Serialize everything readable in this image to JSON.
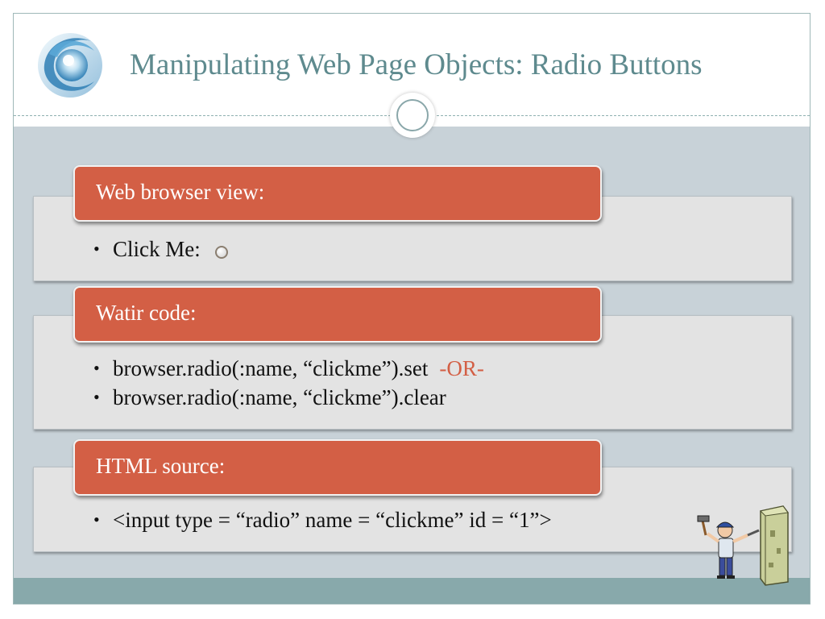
{
  "slide": {
    "title": "Manipulating Web Page Objects: Radio Buttons"
  },
  "sections": [
    {
      "heading": "Web browser view:",
      "bullets": [
        {
          "text": "Click Me:"
        }
      ]
    },
    {
      "heading": "Watir code:",
      "bullets": [
        {
          "text": "browser.radio(:name, “clickme”).set",
          "suffix": "-OR-"
        },
        {
          "text": "browser.radio(:name, “clickme”).clear"
        }
      ]
    },
    {
      "heading": "HTML source:",
      "bullets": [
        {
          "text": "<input type = “radio” name = “clickme” id = “1”>"
        }
      ]
    }
  ],
  "bullet_glyph": "•",
  "colors": {
    "title": "#5e8a8e",
    "tab_fill": "#d35f45",
    "panel_fill": "#e3e3e3",
    "content_background": "#c8d2d8",
    "footer_bar": "#88a9ab",
    "accent_text": "#d35f45"
  },
  "icons": {
    "logo": "swirl-globe-icon",
    "radio": "radio-button-icon",
    "clipart": "worker-with-hammer-and-stone-pillar"
  }
}
